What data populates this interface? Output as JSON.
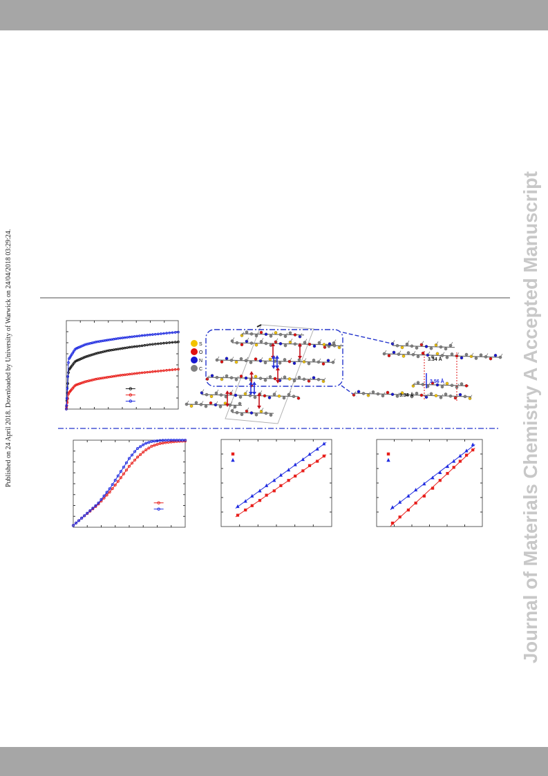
{
  "margin_left": "Published on 24 April 2018. Downloaded by University of Warwick on 24/04/2018 03:29:24.",
  "margin_right": "Journal of Materials Chemistry A Accepted Manuscript",
  "figure": {
    "legend_atoms": [
      {
        "label": "S",
        "color": "#f2c200"
      },
      {
        "label": "O",
        "color": "#e01010"
      },
      {
        "label": "N",
        "color": "#1818d0"
      },
      {
        "label": "C",
        "color": "#808080"
      }
    ],
    "distances": {
      "a": "3.34 Å",
      "b": "3.56 Å",
      "c": "3.34 Å"
    },
    "colors": {
      "red": "#e8201c",
      "blue": "#1f2be0",
      "black": "#1a1a1a"
    }
  },
  "chart_data": [
    {
      "type": "line",
      "panel": "top-left",
      "series": [
        {
          "color": "black",
          "values": [
            0.0,
            0.44,
            0.54,
            0.59,
            0.63,
            0.66,
            0.68,
            0.7,
            0.715,
            0.73,
            0.74,
            0.75,
            0.76
          ]
        },
        {
          "color": "red",
          "values": [
            0.0,
            0.18,
            0.27,
            0.31,
            0.34,
            0.36,
            0.38,
            0.395,
            0.41,
            0.42,
            0.43,
            0.44,
            0.45
          ]
        },
        {
          "color": "blue",
          "values": [
            0.0,
            0.56,
            0.68,
            0.73,
            0.76,
            0.78,
            0.8,
            0.815,
            0.83,
            0.84,
            0.85,
            0.86,
            0.87
          ]
        }
      ],
      "x": [
        0.0,
        0.02,
        0.08,
        0.17,
        0.27,
        0.37,
        0.47,
        0.57,
        0.67,
        0.75,
        0.83,
        0.91,
        1.0
      ],
      "legend_placement": "bottom-right"
    },
    {
      "type": "line",
      "panel": "bottom-left",
      "series": [
        {
          "color": "red",
          "values": [
            0.02,
            0.11,
            0.26,
            0.41,
            0.56,
            0.7,
            0.8,
            0.88,
            0.93,
            0.96,
            0.975,
            0.985,
            0.99
          ]
        },
        {
          "color": "blue",
          "values": [
            0.02,
            0.11,
            0.27,
            0.45,
            0.63,
            0.79,
            0.9,
            0.96,
            0.985,
            0.995,
            1.0,
            1.0,
            1.0
          ]
        }
      ],
      "x": [
        0.0,
        0.08,
        0.22,
        0.33,
        0.42,
        0.5,
        0.57,
        0.64,
        0.7,
        0.77,
        0.84,
        0.92,
        1.0
      ],
      "legend_placement": "bottom-right"
    },
    {
      "type": "scatter",
      "panel": "bottom-middle",
      "series": [
        {
          "color": "red",
          "marker": "square",
          "x": [
            0.15,
            0.22,
            0.28,
            0.35,
            0.41,
            0.48,
            0.54,
            0.61,
            0.67,
            0.74,
            0.8,
            0.87,
            0.93
          ],
          "y": [
            0.13,
            0.19,
            0.24,
            0.3,
            0.36,
            0.41,
            0.47,
            0.53,
            0.58,
            0.64,
            0.7,
            0.75,
            0.81
          ]
        },
        {
          "color": "blue",
          "marker": "triangle",
          "x": [
            0.15,
            0.22,
            0.28,
            0.35,
            0.41,
            0.48,
            0.54,
            0.61,
            0.67,
            0.74,
            0.8,
            0.87,
            0.93
          ],
          "y": [
            0.23,
            0.29,
            0.35,
            0.41,
            0.47,
            0.53,
            0.59,
            0.65,
            0.71,
            0.77,
            0.83,
            0.89,
            0.95
          ]
        }
      ],
      "legend_placement": "top-left"
    },
    {
      "type": "scatter",
      "panel": "bottom-right",
      "series": [
        {
          "color": "red",
          "marker": "square",
          "x": [
            0.15,
            0.22,
            0.3,
            0.37,
            0.45,
            0.53,
            0.6,
            0.67,
            0.73,
            0.79,
            0.85,
            0.91
          ],
          "y": [
            0.04,
            0.11,
            0.19,
            0.27,
            0.35,
            0.44,
            0.53,
            0.61,
            0.68,
            0.75,
            0.82,
            0.88
          ]
        },
        {
          "color": "blue",
          "marker": "triangle",
          "x": [
            0.15,
            0.22,
            0.3,
            0.37,
            0.45,
            0.53,
            0.6,
            0.67,
            0.73,
            0.79,
            0.85,
            0.91
          ],
          "y": [
            0.22,
            0.28,
            0.35,
            0.42,
            0.49,
            0.56,
            0.62,
            0.69,
            0.75,
            0.81,
            0.87,
            0.94
          ]
        }
      ],
      "legend_placement": "top-left"
    }
  ]
}
